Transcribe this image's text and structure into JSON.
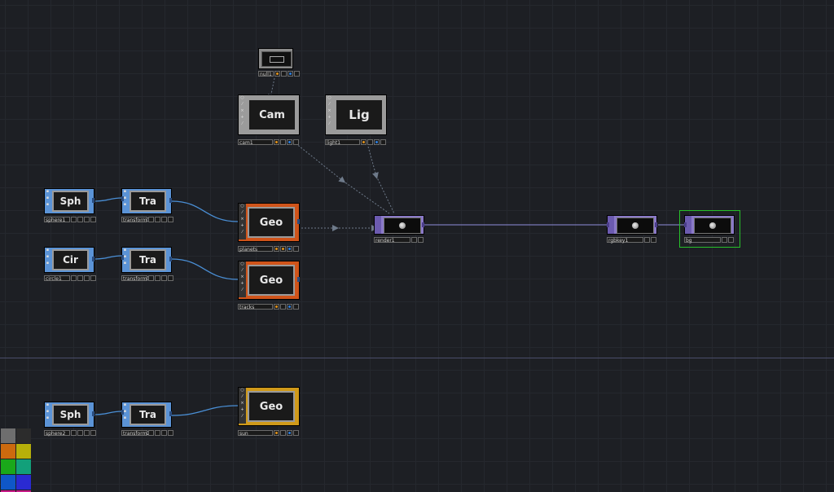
{
  "colors": {
    "sop": "#5b93d6",
    "sop_dark": "#3a6aa8",
    "comp": "#9b9b9b",
    "geo": "#d0541a",
    "geo_sun": "#d09a1a",
    "top": "#8a79c8",
    "top_dark": "#6c5bb0",
    "wire_sop": "#4a8fd6",
    "wire_top": "#7a78b8",
    "wire_dash": "#6e7a8a",
    "selected": "#27c12a"
  },
  "nodes": {
    "null1": {
      "name": "null1"
    },
    "cam1": {
      "name": "cam1",
      "tile": "Cam"
    },
    "light1": {
      "name": "light1",
      "tile": "Lig"
    },
    "sphere1": {
      "name": "sphere1",
      "tile": "Sph"
    },
    "transform1": {
      "name": "transform1",
      "tile": "Tra"
    },
    "circle1": {
      "name": "circle1",
      "tile": "Cir"
    },
    "transform3": {
      "name": "transform3",
      "tile": "Tra"
    },
    "planets": {
      "name": "planets",
      "tile": "Geo"
    },
    "tracks": {
      "name": "tracks",
      "tile": "Geo"
    },
    "render1": {
      "name": "render1"
    },
    "rgbkey1": {
      "name": "rgbkey1"
    },
    "bg": {
      "name": "bg"
    },
    "sphere2": {
      "name": "sphere2",
      "tile": "Sph"
    },
    "transform2": {
      "name": "transform2",
      "tile": "Tra"
    },
    "sun": {
      "name": "sun",
      "tile": "Geo"
    }
  },
  "palette": [
    "#6e6e6e",
    "#2c2c2c",
    "#cc6a0e",
    "#b6b00a",
    "#1aa81a",
    "#12a07a",
    "#0f57c8",
    "#2a2ad2",
    "#c81a8a"
  ]
}
